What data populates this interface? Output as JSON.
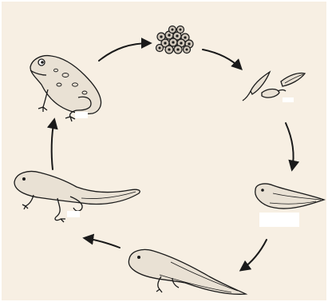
{
  "diagram": {
    "subject": "frog life cycle",
    "stages": [
      {
        "id": "eggs",
        "label": ""
      },
      {
        "id": "young-tadpoles",
        "label": ""
      },
      {
        "id": "tadpole",
        "label": ""
      },
      {
        "id": "tadpole-with-legs",
        "label": ""
      },
      {
        "id": "froglet",
        "label": ""
      },
      {
        "id": "adult-frog",
        "label": ""
      }
    ],
    "flow_direction": "clockwise",
    "colors": {
      "paper": "#f7efe3",
      "ink": "#1a1a1a",
      "label_patch": "#ffffff"
    }
  }
}
